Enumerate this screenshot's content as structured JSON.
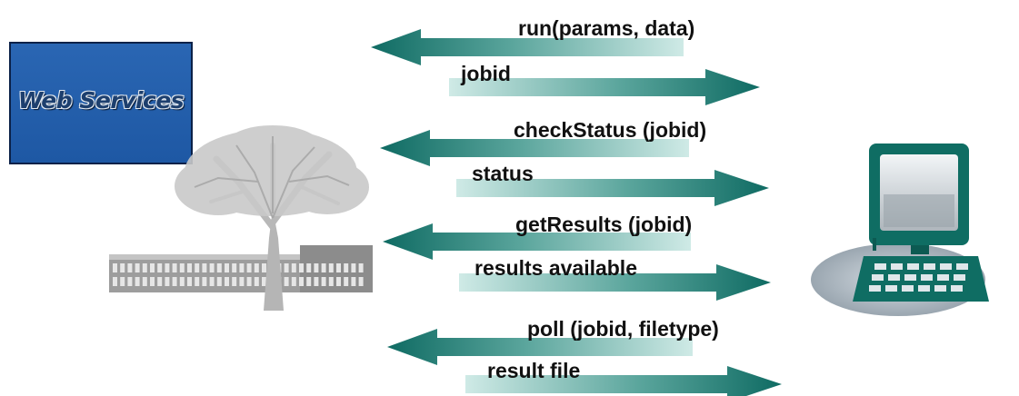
{
  "brand": {
    "label": "Web Services"
  },
  "colors": {
    "arrow_dark": "#0f6b63",
    "arrow_light": "#c9e9e4",
    "box_blue": "#1f5aa6",
    "tree_gray": "#a9a9a9",
    "computer_teal": "#0f6d63"
  },
  "icons": {
    "server_site": "tree-and-building-icon",
    "client": "computer-icon"
  },
  "messages": [
    {
      "request": "run(params, data)",
      "response": "jobid"
    },
    {
      "request": "checkStatus (jobid)",
      "response": "status"
    },
    {
      "request": "getResults (jobid)",
      "response": "results available"
    },
    {
      "request": "poll (jobid, filetype)",
      "response": "result file"
    }
  ]
}
